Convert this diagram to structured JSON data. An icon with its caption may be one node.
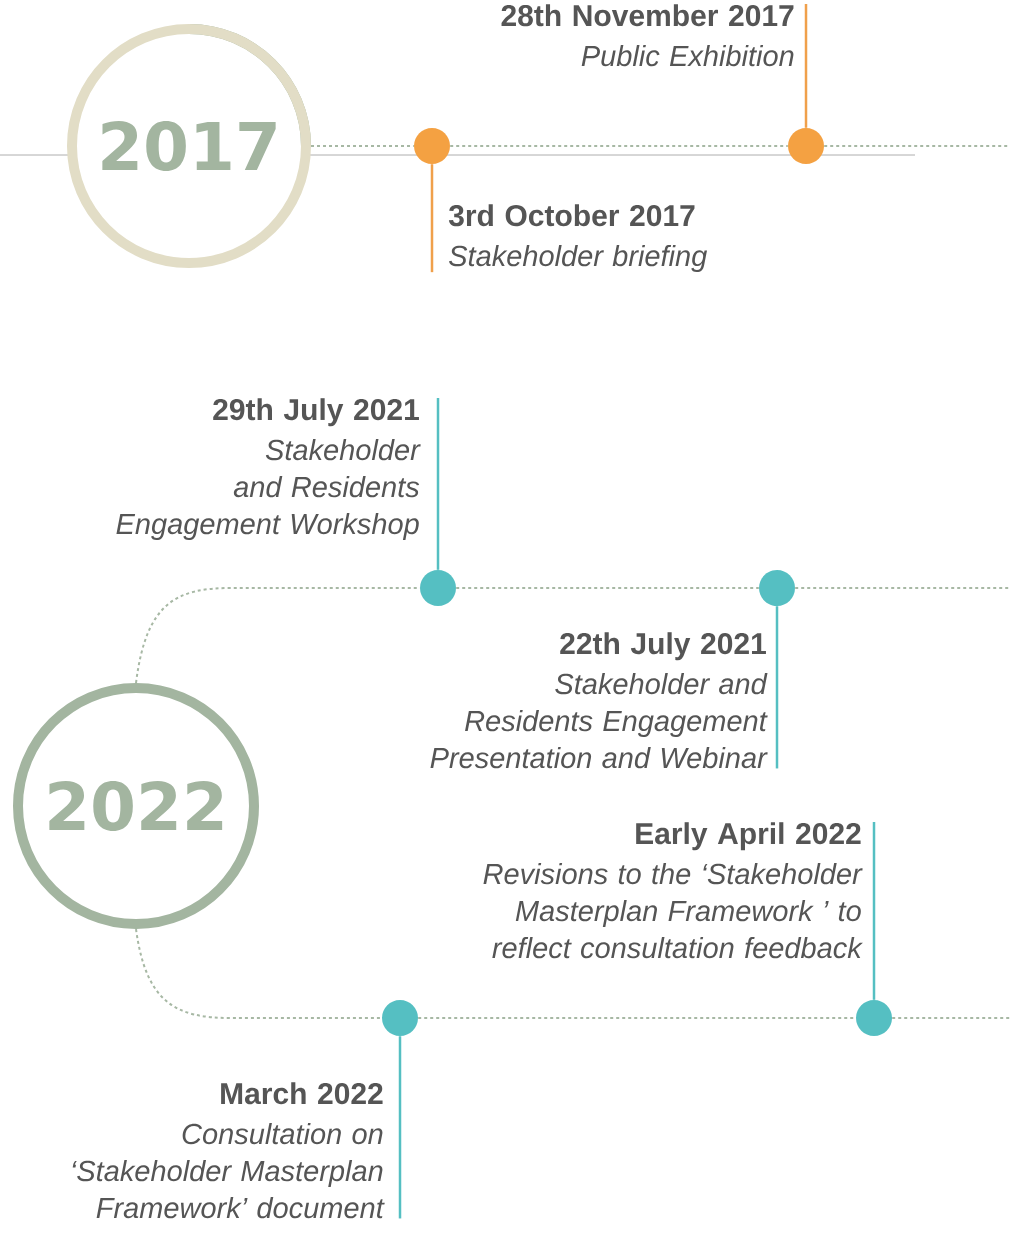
{
  "diagram": {
    "nodes": [
      {
        "text": [
          "2017"
        ]
      },
      {
        "text": [],
        "shape": "circle"
      },
      {
        "text": [],
        "shape": "circle"
      },
      {
        "text": [
          "28th November 2017",
          "Public Exhibition"
        ]
      },
      {
        "text": [
          "3rd October 2017",
          "Stakeholder briefing"
        ]
      },
      {
        "text": [
          "2022"
        ]
      },
      {
        "text": [],
        "shape": "circle"
      },
      {
        "text": [],
        "shape": "circle"
      },
      {
        "text": [],
        "shape": "circle"
      },
      {
        "text": [],
        "shape": "circle"
      },
      {
        "text": [
          "29th July 2021",
          "Stakeholder and Residents Engagement Workshop"
        ]
      },
      {
        "text": [
          "22th July 2021",
          "Stakeholder and Residents Engagement Presentation and Webinar"
        ]
      },
      {
        "text": [
          "Early April 2022",
          "Revisions to the ‘Stakeholder Masterplan Framework ’ to reflect consultation feedback"
        ]
      },
      {
        "text": [
          "March 2022",
          "Consultation on ‘Stakeholder Masterplan Framework’ document"
        ]
      }
    ],
    "edges": [
      {
        "from": 0,
        "to": 1,
        "arrow": "none",
        "style": "dashed"
      },
      {
        "from": 1,
        "to": 2,
        "arrow": "none",
        "style": "dashed"
      },
      {
        "from": 2,
        "to": null,
        "arrow": "none",
        "style": "dashed"
      },
      {
        "from": 3,
        "to": 2,
        "arrow": "none",
        "color": "#f0a04b"
      },
      {
        "from": 4,
        "to": 1,
        "arrow": "none",
        "color": "#f0a04b"
      },
      {
        "from": 5,
        "to": 6,
        "arrow": "none",
        "style": "dashed"
      },
      {
        "from": 6,
        "to": 7,
        "arrow": "none",
        "style": "dashed"
      },
      {
        "from": 7,
        "to": null,
        "arrow": "none",
        "style": "dashed"
      },
      {
        "from": 5,
        "to": 8,
        "arrow": "none",
        "style": "dashed"
      },
      {
        "from": 8,
        "to": 9,
        "arrow": "none",
        "style": "dashed"
      },
      {
        "from": 9,
        "to": null,
        "arrow": "none",
        "style": "dashed"
      },
      {
        "from": 10,
        "to": 6,
        "arrow": "none",
        "color": "#55bfc2"
      },
      {
        "from": 11,
        "to": 7,
        "arrow": "none",
        "color": "#55bfc2"
      },
      {
        "from": 12,
        "to": 9,
        "arrow": "none",
        "color": "#55bfc2"
      },
      {
        "from": 13,
        "to": 8,
        "arrow": "none",
        "color": "#55bfc2"
      }
    ]
  }
}
